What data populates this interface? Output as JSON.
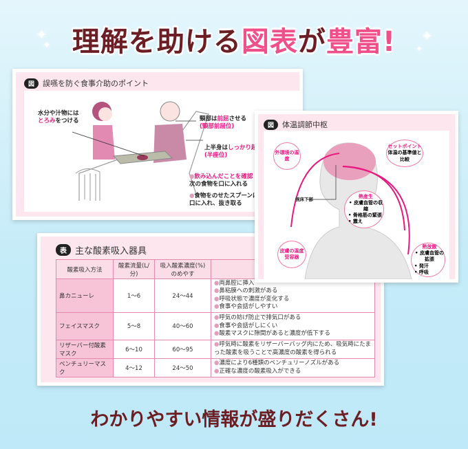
{
  "headline": {
    "part1": "理解を助ける",
    "part2": "図表",
    "part3": "が",
    "part4": "豊富!"
  },
  "card_swallow": {
    "tag": "図",
    "title": "誤嚥を防ぐ食事介助のポイント",
    "labels": {
      "thicken_a": "水分や汁物には",
      "thicken_b": "とろみ",
      "thicken_c": "をつける",
      "neck_a": "頸部は",
      "neck_b": "前屈",
      "neck_c": "させる",
      "neck_d": "(頸部前屈位)",
      "upper_a": "上半身は",
      "upper_b": "しっかり起",
      "upper_c": "(半座位)",
      "confirm_a": "飲み込んだことを確認",
      "confirm_b": "次の食物を口に入れる",
      "spoon_a": "食物をのせたスプーンは",
      "spoon_b": "口に入れ、抜き取る"
    }
  },
  "card_temp": {
    "tag": "図",
    "title": "体温調節中枢",
    "labels": {
      "external": "外環境の温度",
      "setpoint": "セットポイント",
      "setpoint_sub": "体温の基準値と比較",
      "hypothalamus": "視床下部",
      "heat_prod": "熱産生",
      "heat_prod_items": [
        "皮膚血管の収縮",
        "骨格筋の緊張",
        "震え"
      ],
      "heat_loss": "熱放散",
      "heat_loss_items": [
        "皮膚血管の拡張",
        "発汗",
        "呼吸"
      ],
      "skin": "皮膚の温度受容器"
    }
  },
  "card_oxygen": {
    "tag": "表",
    "title": "主な酸素吸入器具",
    "headers": [
      "酸素吸入方法",
      "酸素流量(L/分)",
      "吸入酸素濃度(%)のめやす",
      ""
    ],
    "rows": [
      {
        "method": "鼻カニューレ",
        "flow": "1〜6",
        "conc": "24〜44",
        "notes": [
          "両鼻腔に挿入",
          "鼻粘膜への刺激がある",
          "呼吸状態で濃度が変化する",
          "食事や会話がしやすい"
        ]
      },
      {
        "method": "フェイスマスク",
        "flow": "5〜8",
        "conc": "40〜60",
        "notes": [
          "呼気の妨げ防止で排気口がある",
          "食事や会話がしにくい",
          "酸素マスクに隙間があると濃度が低下する"
        ]
      },
      {
        "method": "リザーバー付酸素マスク",
        "flow": "6〜10",
        "conc": "60〜95",
        "notes": [
          "呼気時に酸素をリザーバーバッグ内にため、吸気時にたまった酸素を吸うことで高濃度の酸素を得られる"
        ]
      },
      {
        "method": "ベンチュリーマスク",
        "flow": "4〜12",
        "conc": "24〜50",
        "notes": [
          "濃度により6種類のベンチュリーノズルがある",
          "正確な濃度の酸素吸入ができる"
        ]
      }
    ]
  },
  "tagline": "わかりやすい情報が盛りだくさん!",
  "colors": {
    "accent": "#f0508a",
    "dark": "#6b1f24",
    "card_bg": "#fde6ee"
  }
}
